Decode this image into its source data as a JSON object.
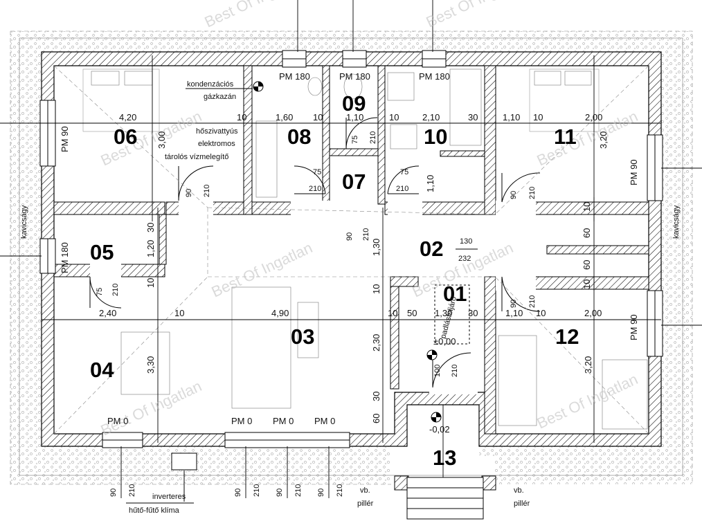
{
  "rooms": {
    "r01": "01",
    "r02": "02",
    "r03": "03",
    "r04": "04",
    "r05": "05",
    "r06": "06",
    "r07": "07",
    "r08": "08",
    "r09": "09",
    "r10": "10",
    "r11": "11",
    "r12": "12",
    "r13": "13"
  },
  "notes": {
    "kondenz1": "kondenzációs",
    "kondenz2": "gázkazán",
    "hosziv1": "hőszivattyús",
    "hosziv2": "elektromos",
    "hosziv3": "tárolós vízmelegítő",
    "klima1": "inverteres",
    "klima2": "hűtő-fűtő klíma",
    "kavics_left": "kavicságy",
    "kavics_right": "kavicságy",
    "pillar_left1": "vb.",
    "pillar_left2": "pillér",
    "pillar_right1": "vb.",
    "pillar_right2": "pillér",
    "padlasfeljaro": "padlásfeljáró",
    "level_main": "±0,00",
    "level_entry": "-0,02"
  },
  "windows": {
    "w08": "PM 180",
    "w09": "PM 180",
    "w10": "PM 180",
    "w06": "PM 90",
    "w05": "PM 180",
    "w11": "PM 90",
    "w12": "PM 90",
    "w04": "PM 0",
    "w03a": "PM 0",
    "w03b": "PM 0",
    "w03c": "PM 0"
  },
  "dims": {
    "d420": "4,20",
    "d10a": "10",
    "d160": "1,60",
    "d10b": "10",
    "d110a": "1,10",
    "d10c": "10",
    "d210": "2,10",
    "d30a": "30",
    "d110b": "1,10",
    "d10d": "10",
    "d200a": "2,00",
    "d300": "3,00",
    "d320a": "3,20",
    "d110c": "1,10",
    "d240": "2,40",
    "d10e": "10",
    "d490": "4,90",
    "d10f": "10",
    "d50": "50",
    "d130a": "1,30",
    "d30b": "30",
    "d110d": "1,10",
    "d10g": "10",
    "d200b": "2,00",
    "d330": "3,30",
    "d230": "2,30",
    "d320b": "3,20",
    "d30c": "30",
    "d120": "1,20",
    "d10h": "10",
    "d10i": "10",
    "d60a": "60",
    "d60b": "60",
    "d10j": "10",
    "d130b": "1,30",
    "d10k": "10",
    "d30d": "30",
    "d60c": "60"
  },
  "doors": {
    "o06a": "90",
    "o06b": "210",
    "o08a": "75",
    "o08b": "210",
    "o10a": "75",
    "o10b": "210",
    "o09a": "75",
    "o09b": "210",
    "o11a": "90",
    "o11b": "210",
    "o05a": "75",
    "o05b": "210",
    "o12a": "90",
    "o12b": "210",
    "o01a": "100",
    "o01b": "210",
    "o02a": "90",
    "o02b": "210",
    "o02c": "130",
    "o02d": "232"
  },
  "bottom_openings": [
    {
      "a": "90",
      "b": "210"
    },
    {
      "a": "90",
      "b": "210"
    },
    {
      "a": "90",
      "b": "210"
    },
    {
      "a": "90",
      "b": "210"
    }
  ],
  "watermark": "Best Of Ingatlan"
}
